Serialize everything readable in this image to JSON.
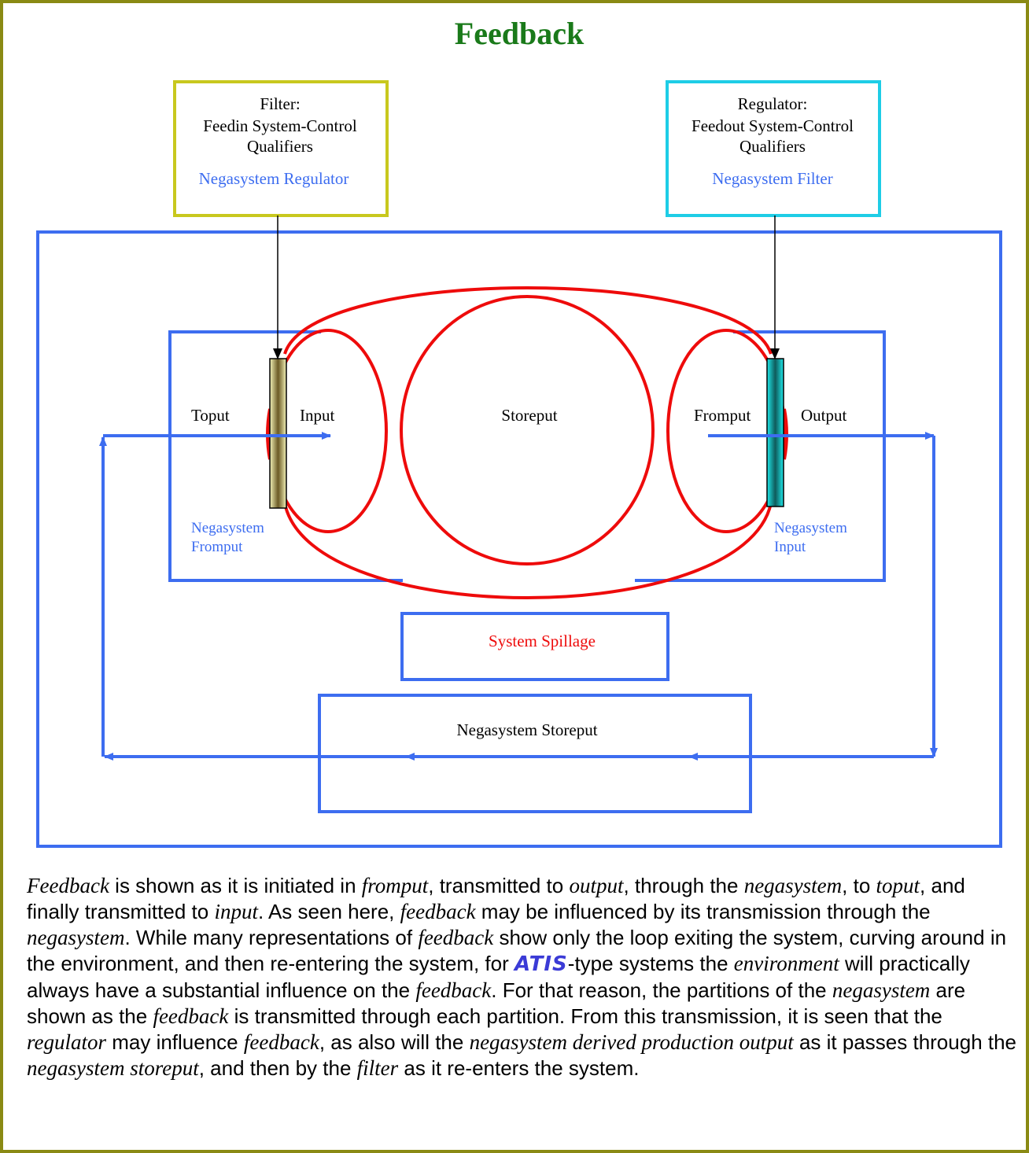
{
  "title": "Feedback",
  "filter_box": {
    "title": "Filter:",
    "line1": "Feedin System-Control",
    "line2": "Qualifiers",
    "note": "Negasystem Regulator"
  },
  "regulator_box": {
    "title": "Regulator:",
    "line1": "Feedout System-Control",
    "line2": "Qualifiers",
    "note": "Negasystem Filter"
  },
  "labels": {
    "toput": "Toput",
    "input": "Input",
    "storeput": "Storeput",
    "fromput": "Fromput",
    "output": "Output",
    "neg_fromput_1": "Negasystem",
    "neg_fromput_2": "Fromput",
    "neg_input_1": "Negasystem",
    "neg_input_2": "Input",
    "spillage": "System Spillage",
    "neg_storeput": "Negasystem Storeput"
  },
  "colors": {
    "frame": "#8a8a14",
    "title": "#1a7a1a",
    "blue": "#3d6df0",
    "red": "#ee0b0b",
    "filter_border": "#c8c81e",
    "regulator_border": "#1ecde6",
    "note_blue": "#3d6df0"
  },
  "caption": {
    "s1": "Feedback",
    "s2": " is shown as it is initiated in ",
    "s3": "fromput",
    "s4": ", transmitted to ",
    "s5": "output",
    "s6": ", through the ",
    "s7": "negasystem",
    "s8": ", to ",
    "s9": "toput",
    "s10": ", and finally transmitted to ",
    "s11": "input",
    "s12": ".  As seen here, ",
    "s13": "feedback",
    "s14": " may be influenced by its transmission through the ",
    "s15": "negasystem",
    "s16": ".  While many representations of ",
    "s17": "feedback",
    "s18": " show only the loop exiting the system, curving around in the environment, and then re-entering the system, for ",
    "s19": "ATIS",
    "s20": "-type systems the ",
    "s21": "environment",
    "s22": " will practically always have a substantial influence on the ",
    "s23": "feedback",
    "s24": ".  For that reason, the partitions of the ",
    "s25": "negasystem",
    "s26": " are shown as the ",
    "s27": "feedback",
    "s28": " is transmitted through each partition.  From this transmission, it is seen that the ",
    "s29": "regulator",
    "s30": " may influence ",
    "s31": "feedback",
    "s32": ", as also will the ",
    "s33": "negasystem derived production output",
    "s34": " as it passes through the ",
    "s35": "negasystem storeput",
    "s36": ", and then by the ",
    "s37": "filter",
    "s38": " as it re-enters the system."
  }
}
